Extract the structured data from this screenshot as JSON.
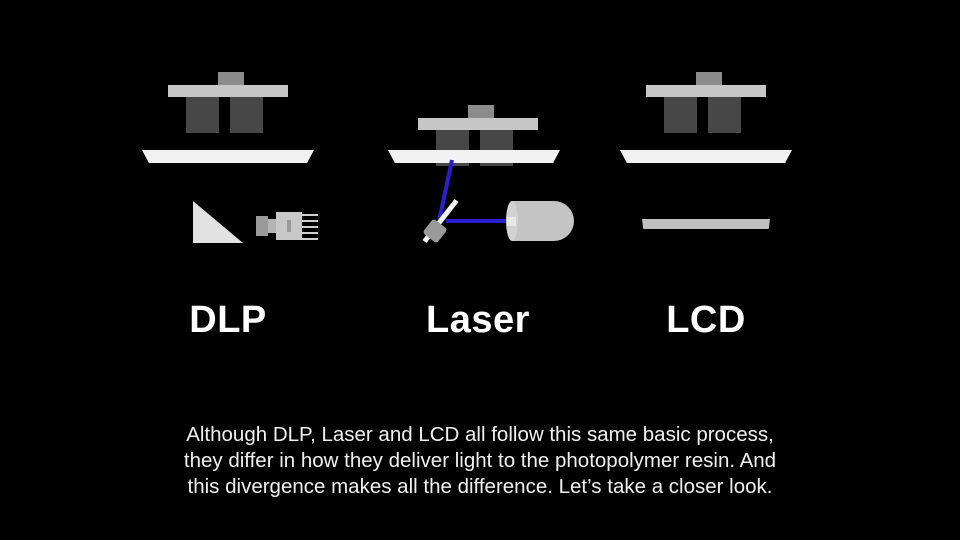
{
  "slide": {
    "background_color": "#000000",
    "title_text_color": "#ffffff",
    "accent_beam_color": "#2a1fd0"
  },
  "columns": [
    {
      "id": "dlp",
      "label": "DLP",
      "light_source": "dlp-projector",
      "parts": {
        "printed_object": "printed-object",
        "resin_vat": "resin-vat",
        "light_cone": "dlp-light-cone",
        "projector": "dlp-projector"
      }
    },
    {
      "id": "laser",
      "label": "Laser",
      "light_source": "laser-diode",
      "parts": {
        "printed_object": "printed-object",
        "resin_vat": "resin-vat",
        "beam": "laser-beam",
        "mirror": "galvo-mirror",
        "diode": "laser-diode"
      }
    },
    {
      "id": "lcd",
      "label": "LCD",
      "light_source": "lcd-panel",
      "parts": {
        "printed_object": "printed-object",
        "resin_vat": "resin-vat",
        "panel": "lcd-panel"
      }
    }
  ],
  "caption": {
    "line1": "Although DLP, Laser and LCD all follow this same basic process,",
    "line2": "they differ in how they deliver light to the photopolymer resin. And",
    "line3": "this divergence makes all the difference. Let’s take a closer look."
  }
}
